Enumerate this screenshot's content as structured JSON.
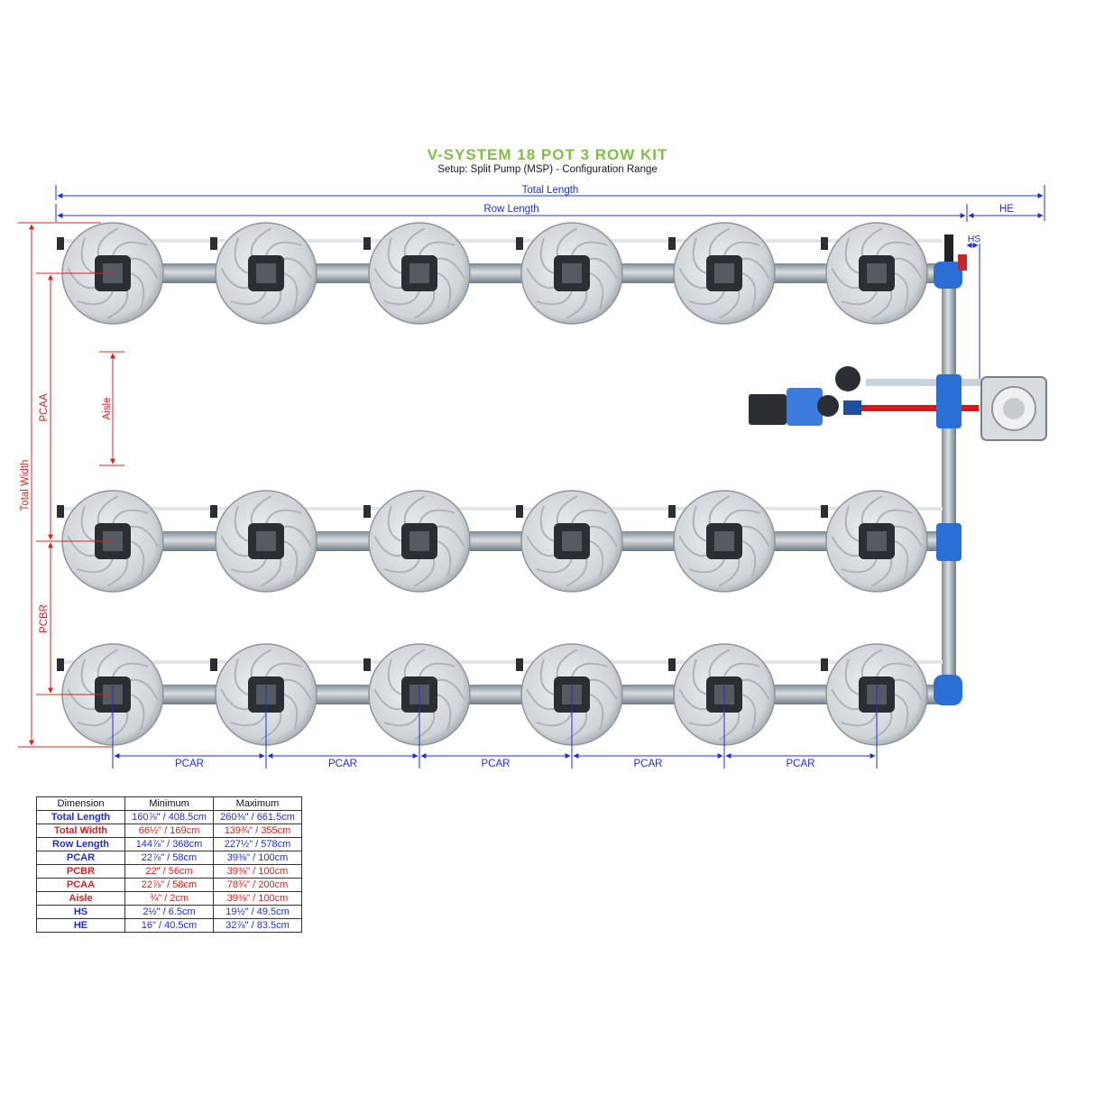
{
  "title": "V-SYSTEM 18 POT 3 ROW KIT",
  "subtitle": "Setup: Split Pump (MSP) - Configuration Range",
  "colors": {
    "title": "#7dc142",
    "blue_dim": "#1f2fd8",
    "red_dim": "#e02020",
    "pipe": "#a9b3bb",
    "fitting": "#2a6fd6",
    "pot": "#d7dadd",
    "red_pipe": "#d81818"
  },
  "labels": {
    "total_length": "Total Length",
    "row_length": "Row Length",
    "he": "HE",
    "hs": "HS",
    "total_width": "Total Width",
    "pcaa": "PCAA",
    "aisle": "Aisle",
    "pcbr": "PCBR",
    "pcar": "PCAR"
  },
  "table": {
    "headers": [
      "Dimension",
      "Minimum",
      "Maximum"
    ],
    "rows": [
      {
        "dimension": "Total Length",
        "min": "160⅞\" / 408.5cm",
        "max": "260⅜\" / 661.5cm",
        "color": "blue"
      },
      {
        "dimension": "Total Width",
        "min": "66½\" / 169cm",
        "max": "139¾\" / 355cm",
        "color": "red"
      },
      {
        "dimension": "Row Length",
        "min": "144⅞\" / 368cm",
        "max": "227½\" / 578cm",
        "color": "blue"
      },
      {
        "dimension": "PCAR",
        "min": "22⅞\" / 58cm",
        "max": "39⅜\" / 100cm",
        "color": "blue"
      },
      {
        "dimension": "PCBR",
        "min": "22\" / 56cm",
        "max": "39⅜\" / 100cm",
        "color": "red"
      },
      {
        "dimension": "PCAA",
        "min": "22⅞\" / 58cm",
        "max": "78¾\" / 200cm",
        "color": "red"
      },
      {
        "dimension": "Aisle",
        "min": "¾\" / 2cm",
        "max": "39⅜\" / 100cm",
        "color": "red"
      },
      {
        "dimension": "HS",
        "min": "2½\" / 6.5cm",
        "max": "19½\" / 49.5cm",
        "color": "blue"
      },
      {
        "dimension": "HE",
        "min": "16\" / 40.5cm",
        "max": "32⅞\" / 83.5cm",
        "color": "blue"
      }
    ]
  }
}
